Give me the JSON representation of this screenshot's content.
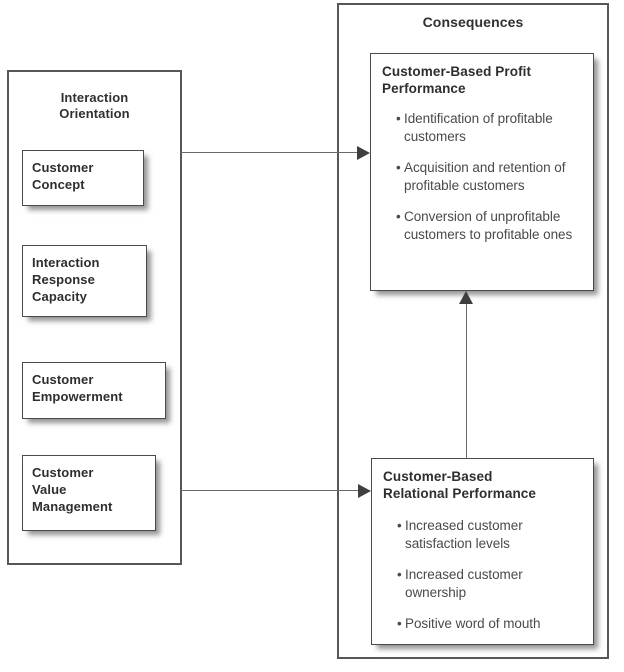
{
  "diagram": {
    "left_panel": {
      "title": "Interaction\nOrientation",
      "boxes": [
        {
          "label": "Customer\nConcept"
        },
        {
          "label": "Interaction\nResponse\nCapacity"
        },
        {
          "label": "Customer\nEmpowerment"
        },
        {
          "label": "Customer\nValue\nManagement"
        }
      ]
    },
    "right_panel": {
      "title": "Consequences",
      "boxes": [
        {
          "heading": "Customer-Based Profit\nPerformance",
          "bullet_marker": "•",
          "bullets": [
            "Identification of profitable customers",
            "Acquisition and retention of profitable customers",
            "Conversion of unprofitable customers to profitable ones"
          ]
        },
        {
          "heading": "Customer-Based\nRelational Performance",
          "bullet_marker": "•",
          "bullets": [
            "Increased customer satisfaction levels",
            "Increased customer ownership",
            "Positive word of mouth"
          ]
        }
      ]
    },
    "connectors": [
      {
        "name": "interaction-orientation-to-profit-performance"
      },
      {
        "name": "interaction-orientation-to-relational-performance"
      },
      {
        "name": "relational-performance-to-profit-performance"
      }
    ],
    "colors": {
      "stroke": "#575757",
      "box_stroke": "#4a4a4a",
      "connector": "#6a6a6a",
      "arrowhead": "#3f3f3f",
      "text": "#2e2e2e",
      "background": "#ffffff"
    }
  }
}
